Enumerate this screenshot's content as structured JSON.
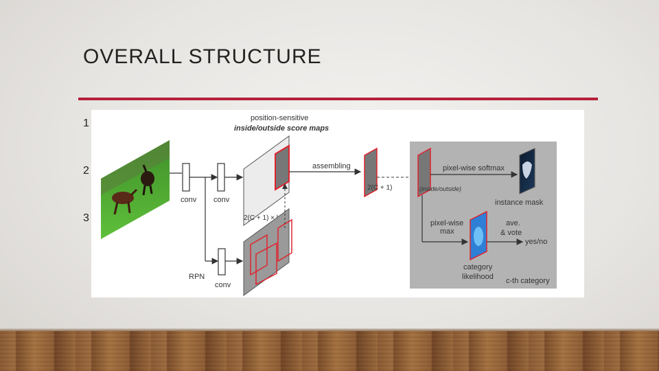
{
  "slide": {
    "title": "OVERALL STRUCTURE",
    "bullets": [
      "1",
      "2",
      "3"
    ]
  },
  "diagram": {
    "label_position_sensitive": "position-sensitive",
    "label_score_maps": "inside/outside score maps",
    "label_conv1": "conv",
    "label_conv2": "conv",
    "label_rpn": "RPN",
    "label_conv_rpn": "conv",
    "label_assembling": "assembling",
    "label_dims_large": "2(C + 1) × k²",
    "label_dims_small": "2(C + 1)",
    "label_inside_outside": "(inside/outside)",
    "label_softmax": "pixel-wise softmax",
    "label_instance_mask": "instance mask",
    "label_pixel_wise": "pixel-wise",
    "label_max": "max",
    "label_ave": "ave.",
    "label_vote": "& vote",
    "label_yes_no": "yes/no",
    "label_category": "category",
    "label_likelihood": "likelihood",
    "label_cth_category": "c-th category",
    "colors": {
      "accent_rule": "#b5203a",
      "red_box": "#e0242f",
      "gray_panel": "#b3b3b3"
    }
  }
}
